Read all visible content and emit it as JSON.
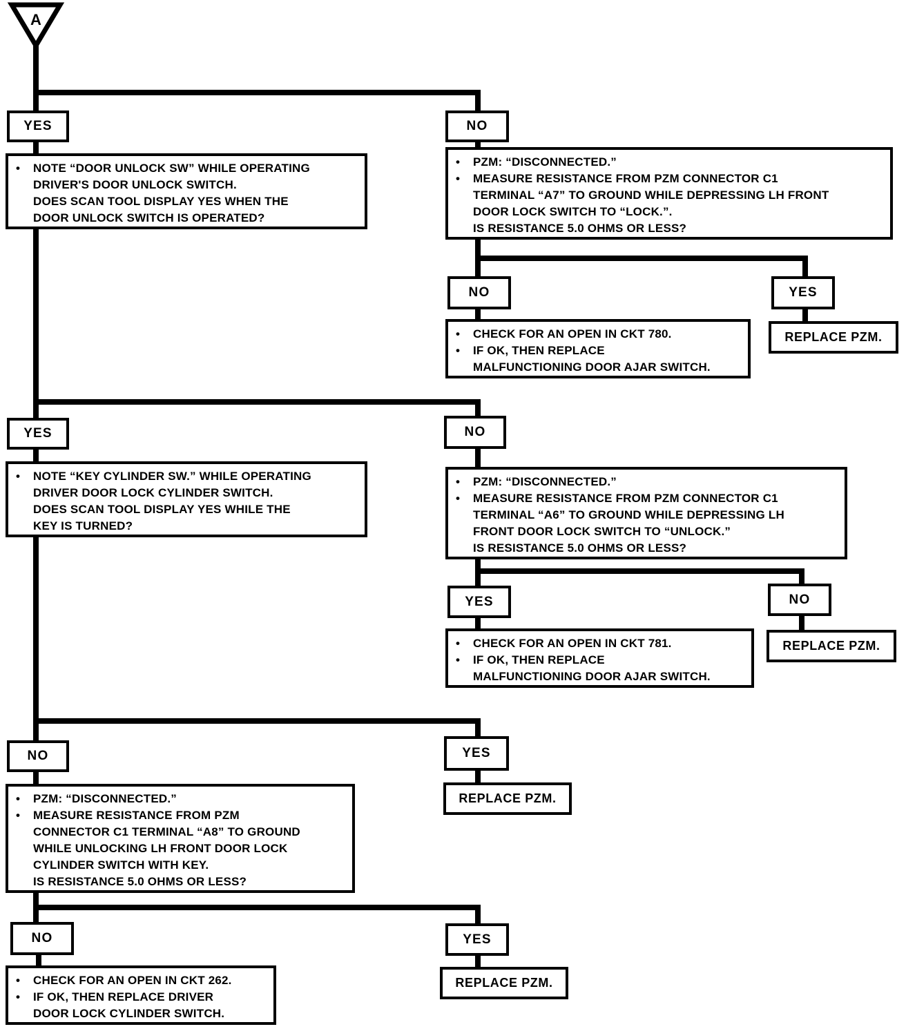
{
  "glyphs": {
    "bullet": "•"
  },
  "colors": {
    "ink": "#000000",
    "paper": "#ffffff"
  },
  "start": {
    "label": "A"
  },
  "tier1": {
    "yes_label": "YES",
    "no_label": "NO",
    "yes_question": {
      "lines": [
        {
          "b": 1,
          "t": "NOTE “DOOR UNLOCK SW” WHILE OPERATING"
        },
        {
          "b": 0,
          "t": "DRIVER'S DOOR UNLOCK SWITCH."
        },
        {
          "b": 0,
          "t": "DOES SCAN TOOL DISPLAY YES WHEN THE"
        },
        {
          "b": 0,
          "t": "DOOR UNLOCK SWITCH IS OPERATED?"
        }
      ]
    },
    "no_question": {
      "lines": [
        {
          "b": 1,
          "t": "PZM: “DISCONNECTED.”"
        },
        {
          "b": 1,
          "t": "MEASURE RESISTANCE FROM PZM CONNECTOR C1"
        },
        {
          "b": 0,
          "t": "TERMINAL “A7” TO GROUND WHILE DEPRESSING LH FRONT"
        },
        {
          "b": 0,
          "t": "DOOR LOCK SWITCH TO “LOCK.”."
        },
        {
          "b": 0,
          "t": "IS RESISTANCE 5.0 OHMS OR LESS?"
        }
      ]
    },
    "sub": {
      "no_label": "NO",
      "yes_label": "YES",
      "no_result": {
        "lines": [
          {
            "b": 1,
            "t": "CHECK FOR AN OPEN IN CKT 780."
          },
          {
            "b": 1,
            "t": "IF OK, THEN REPLACE"
          },
          {
            "b": 0,
            "t": "MALFUNCTIONING DOOR AJAR SWITCH."
          }
        ]
      },
      "yes_result": "REPLACE PZM."
    }
  },
  "tier2": {
    "yes_label": "YES",
    "no_label": "NO",
    "yes_question": {
      "lines": [
        {
          "b": 1,
          "t": "NOTE “KEY CYLINDER SW.” WHILE OPERATING"
        },
        {
          "b": 0,
          "t": "DRIVER DOOR LOCK CYLINDER SWITCH."
        },
        {
          "b": 0,
          "t": "DOES SCAN TOOL DISPLAY YES WHILE THE"
        },
        {
          "b": 0,
          "t": "KEY IS TURNED?"
        }
      ]
    },
    "no_question": {
      "lines": [
        {
          "b": 1,
          "t": "PZM: “DISCONNECTED.”"
        },
        {
          "b": 1,
          "t": "MEASURE RESISTANCE FROM PZM CONNECTOR C1"
        },
        {
          "b": 0,
          "t": "TERMINAL “A6” TO GROUND WHILE DEPRESSING LH"
        },
        {
          "b": 0,
          "t": "FRONT DOOR LOCK SWITCH TO “UNLOCK.”"
        },
        {
          "b": 0,
          "t": "IS RESISTANCE 5.0 OHMS OR LESS?"
        }
      ]
    },
    "sub": {
      "yes_label": "YES",
      "no_label": "NO",
      "yes_result": {
        "lines": [
          {
            "b": 1,
            "t": "CHECK FOR AN OPEN IN CKT 781."
          },
          {
            "b": 1,
            "t": "IF OK, THEN REPLACE"
          },
          {
            "b": 0,
            "t": "MALFUNCTIONING DOOR AJAR SWITCH."
          }
        ]
      },
      "no_result": "REPLACE PZM."
    }
  },
  "tier3": {
    "no_label": "NO",
    "yes_label": "YES",
    "no_question": {
      "lines": [
        {
          "b": 1,
          "t": "PZM: “DISCONNECTED.”"
        },
        {
          "b": 1,
          "t": "MEASURE RESISTANCE FROM PZM"
        },
        {
          "b": 0,
          "t": "CONNECTOR C1 TERMINAL “A8” TO GROUND"
        },
        {
          "b": 0,
          "t": "WHILE UNLOCKING LH FRONT DOOR LOCK"
        },
        {
          "b": 0,
          "t": "CYLINDER SWITCH WITH KEY."
        },
        {
          "b": 0,
          "t": "IS RESISTANCE 5.0 OHMS OR LESS?"
        }
      ]
    },
    "yes_result": "REPLACE PZM."
  },
  "tier4": {
    "no_label": "NO",
    "yes_label": "YES",
    "no_result": {
      "lines": [
        {
          "b": 1,
          "t": "CHECK FOR AN OPEN IN CKT 262."
        },
        {
          "b": 1,
          "t": "IF OK, THEN REPLACE DRIVER"
        },
        {
          "b": 0,
          "t": "DOOR LOCK CYLINDER SWITCH."
        }
      ]
    },
    "yes_result": "REPLACE PZM."
  }
}
